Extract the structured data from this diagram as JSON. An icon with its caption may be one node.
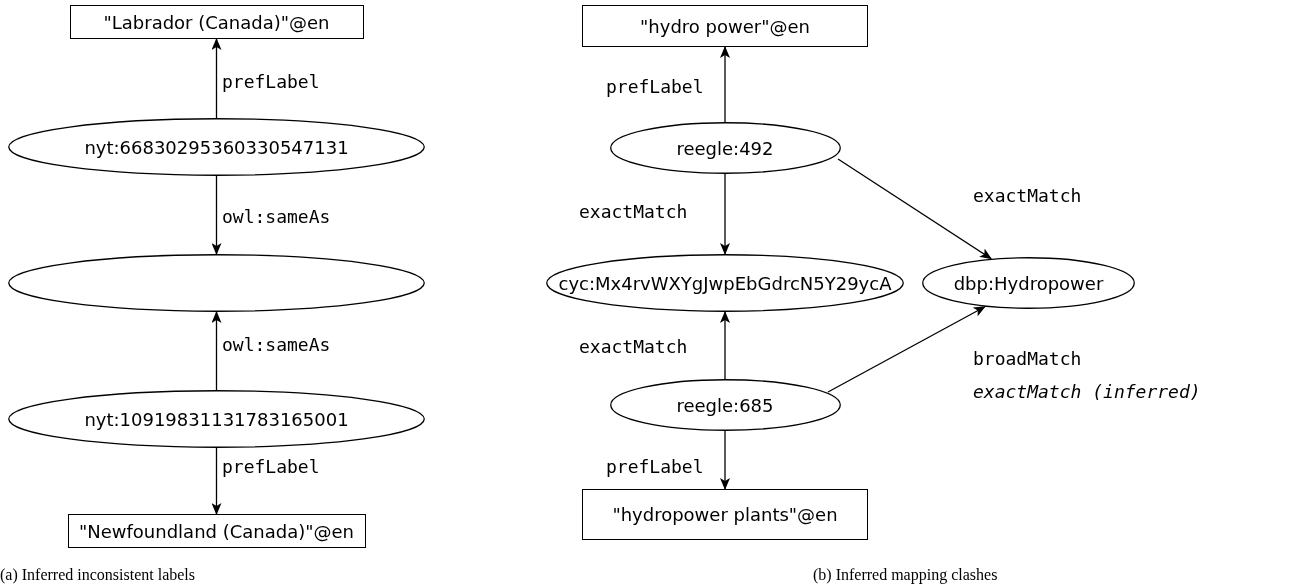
{
  "diagram": {
    "nodes": [
      {
        "text": [
          "\"Labrador (Canada)\"@en"
        ]
      },
      {
        "text": [
          "nyt:66830295360330547131"
        ]
      },
      {
        "text": [],
        "shape": "ellipse"
      },
      {
        "text": [
          "nyt:10919831131783165001"
        ]
      },
      {
        "text": [
          "\"Newfoundland (Canada)\"@en"
        ]
      },
      {
        "text": [
          "\"hydro power\"@en"
        ]
      },
      {
        "text": [
          "reegle:492"
        ]
      },
      {
        "text": [
          "cyc:Mx4rvWXYgJwpEbGdrcN5Y29ycA"
        ]
      },
      {
        "text": [
          "dbp:Hydropower"
        ]
      },
      {
        "text": [
          "reegle:685"
        ]
      },
      {
        "text": [
          "\"hydropower plants\"@en"
        ]
      }
    ],
    "edges": [
      {
        "from": 1,
        "to": 0,
        "arrow": "to",
        "label": "prefLabel"
      },
      {
        "from": 1,
        "to": 2,
        "arrow": "to",
        "label": "owl:sameAs"
      },
      {
        "from": 3,
        "to": 2,
        "arrow": "to",
        "label": "owl:sameAs"
      },
      {
        "from": 3,
        "to": 4,
        "arrow": "to",
        "label": "prefLabel"
      },
      {
        "from": 6,
        "to": 5,
        "arrow": "to",
        "label": "prefLabel"
      },
      {
        "from": 6,
        "to": 7,
        "arrow": "to",
        "label": "exactMatch"
      },
      {
        "from": 6,
        "to": 8,
        "arrow": "to",
        "label": "exactMatch"
      },
      {
        "from": 9,
        "to": 7,
        "arrow": "to",
        "label": "exactMatch"
      },
      {
        "from": 9,
        "to": 8,
        "arrow": "to",
        "label": "broadMatch"
      },
      {
        "from": 9,
        "to": 10,
        "arrow": "to",
        "label": "prefLabel"
      }
    ],
    "labels": [
      "exactMatch (inferred)",
      "(a) Inferred inconsistent labels",
      "(b) Inferred mapping clashes"
    ]
  }
}
